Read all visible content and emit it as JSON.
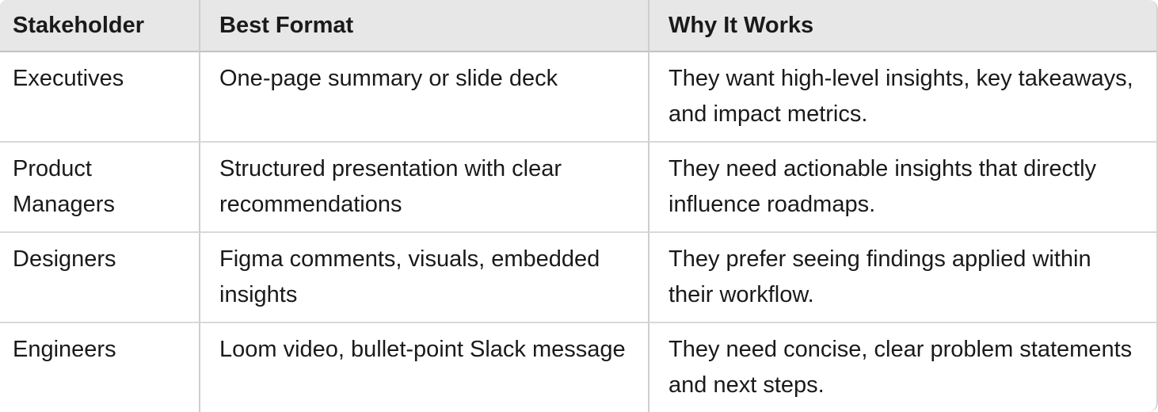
{
  "table": {
    "columns": [
      {
        "label": "Stakeholder"
      },
      {
        "label": "Best Format"
      },
      {
        "label": "Why It Works"
      }
    ],
    "rows": [
      {
        "stakeholder": "Executives",
        "best_format": "One-page summary or slide deck",
        "why_it_works": "They want high-level insights, key takeaways, and impact metrics."
      },
      {
        "stakeholder": "Product Managers",
        "best_format": "Structured presentation with clear recommendations",
        "why_it_works": "They need actionable insights that directly influence roadmaps."
      },
      {
        "stakeholder": "Designers",
        "best_format": "Figma comments, visuals, embedded insights",
        "why_it_works": "They prefer seeing findings applied within their workflow."
      },
      {
        "stakeholder": "Engineers",
        "best_format": "Loom video, bullet-point Slack message",
        "why_it_works": "They need concise, clear problem statements and next steps."
      }
    ],
    "colors": {
      "header_bg": "#e7e7e7",
      "header_divider": "#c3c3c3",
      "row_divider": "#d9d9d9",
      "column_divider": "#cecece",
      "outer_border": "#d2d2d2",
      "text": "#1a1a1a",
      "background": "#ffffff"
    }
  }
}
